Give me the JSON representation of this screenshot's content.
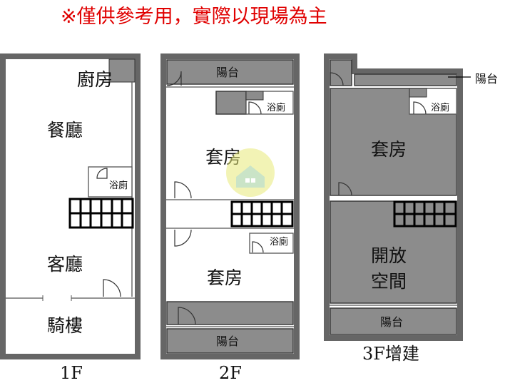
{
  "note": "※僅供參考用，實際以現場為主",
  "floors": {
    "f1": {
      "label": "1F",
      "rooms": {
        "kitchen": "廚房",
        "dining": "餐廳",
        "bath": "浴廁",
        "living": "客廳",
        "arcade": "騎樓"
      }
    },
    "f2": {
      "label": "2F",
      "rooms": {
        "balcony_back": "陽台",
        "bath_top": "浴廁",
        "suite_top": "套房",
        "bath_bottom": "浴廁",
        "suite_bottom": "套房",
        "balcony_front": "陽台"
      }
    },
    "f3": {
      "label": "3F增建",
      "rooms": {
        "balcony_side": "陽台",
        "bath": "浴廁",
        "suite": "套房",
        "open_line1": "開放",
        "open_line2": "空間",
        "balcony_front": "陽台"
      }
    }
  }
}
